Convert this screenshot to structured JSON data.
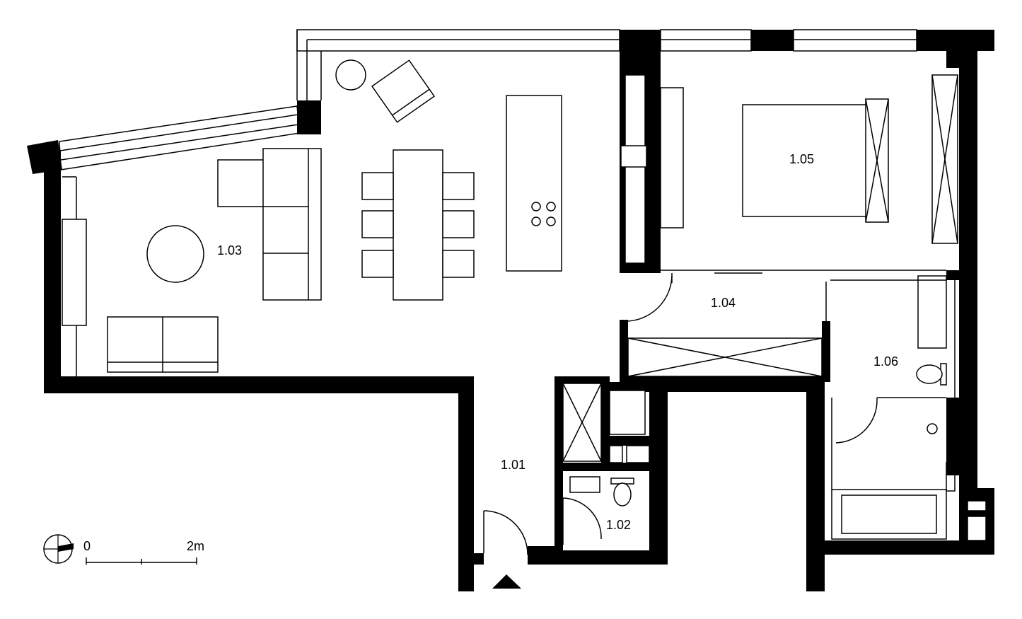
{
  "rooms": [
    {
      "id": "1.01",
      "label": "1.01"
    },
    {
      "id": "1.02",
      "label": "1.02"
    },
    {
      "id": "1.03",
      "label": "1.03"
    },
    {
      "id": "1.04",
      "label": "1.04"
    },
    {
      "id": "1.05",
      "label": "1.05"
    },
    {
      "id": "1.06",
      "label": "1.06"
    }
  ],
  "scale_bar": {
    "start_label": "0",
    "end_label": "2m"
  },
  "icons": {
    "north_arrow": "north-arrow-icon",
    "entrance": "entrance-triangle-icon"
  },
  "colors": {
    "wall": "#000000",
    "background": "#ffffff",
    "line": "#000000"
  }
}
